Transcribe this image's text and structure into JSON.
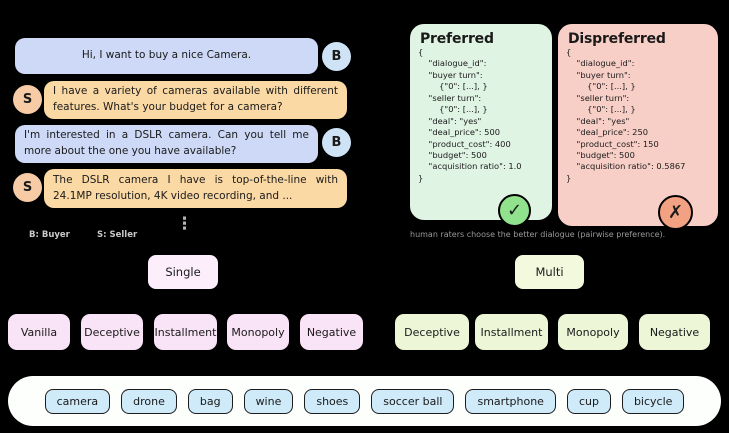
{
  "dialogue": {
    "turns": [
      {
        "speaker": "B",
        "text": "Hi, I want to buy a nice Camera."
      },
      {
        "speaker": "S",
        "text": "I have a variety of cameras available with different features. What's your budget for a camera?"
      },
      {
        "speaker": "B",
        "text": "I'm interested in a DSLR camera. Can you tell me more about the one you have available?"
      },
      {
        "speaker": "S",
        "text": "The DSLR camera I have is top-of-the-line with 24.1MP resolution, 4K video recording, and ..."
      }
    ],
    "legend": {
      "buyer": "B: Buyer",
      "seller": "S: Seller"
    },
    "ellipsis": "⋮"
  },
  "preference": {
    "preferred": {
      "title": "Preferred",
      "body": "{\n    \"dialogue_id\":\n    \"buyer turn\":\n        {\"0\": [...], }\n    \"seller turn\":\n        {\"0\": [...], }\n    \"deal\": \"yes\"\n    \"deal_price\": 500\n    \"product_cost\": 400\n    \"budget\": 500\n    \"acquisition ratio\": 1.0\n}",
      "mark": "✓"
    },
    "dispreferred": {
      "title": "Dispreferred",
      "body": "{\n    \"dialogue_id\":\n    \"buyer turn\":\n        {\"0\": [...], }\n    \"seller turn\":\n        {\"0\": [...], }\n    \"deal\": \"yes\"\n    \"deal_price\": 250\n    \"product_cost\": 150\n    \"budget\": 500\n    \"acquisition ratio\": 0.5867\n}",
      "mark": "✗"
    },
    "caption": "human raters choose the better dialogue (pairwise preference)."
  },
  "tiers": {
    "single": {
      "label": "Single",
      "children": [
        "Vanilla",
        "Deceptive",
        "Installment",
        "Monopoly",
        "Negative"
      ]
    },
    "multi": {
      "label": "Multi",
      "children": [
        "Deceptive",
        "Installment",
        "Monopoly",
        "Negative"
      ]
    }
  },
  "items": [
    "camera",
    "drone",
    "bag",
    "wine",
    "shoes",
    "soccer ball",
    "smartphone",
    "cup",
    "bicycle"
  ],
  "colors": {
    "background": "#000000",
    "buyer_bubble": "#cdd9f6",
    "seller_bubble": "#fbd9a5",
    "preferred_card": "#e0f4e4",
    "dispreferred_card": "#f8cfc7",
    "check_circle": "#90e28c",
    "cross_circle": "#f2a183",
    "single_family": "#f9e3f6",
    "multi_family": "#edf6d7",
    "item_chip": "#cfeaf8"
  }
}
